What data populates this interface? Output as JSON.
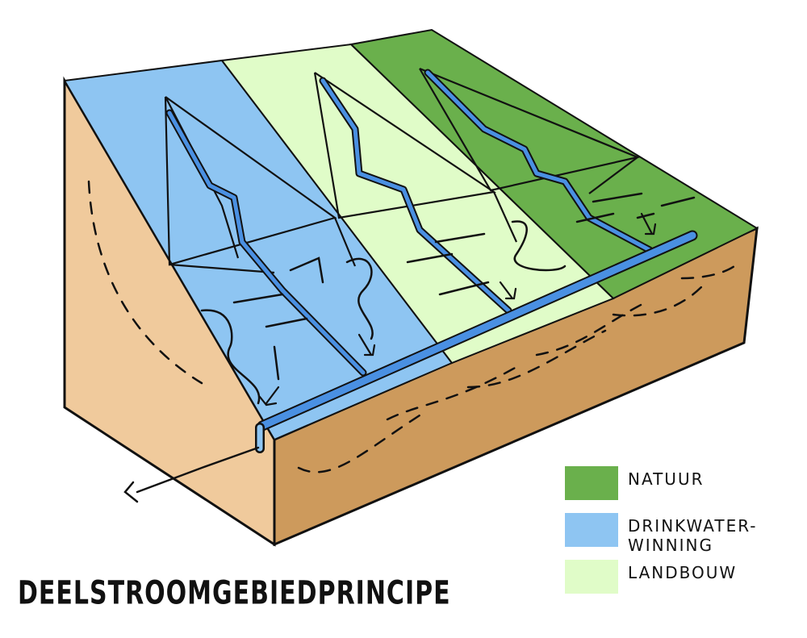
{
  "title": "DEELSTROOMGEBIEDPRINCIPE",
  "legend": [
    {
      "label": "NATUUR",
      "color": "#6ab04c"
    },
    {
      "label": "DRINKWATER-\nWINNING",
      "color": "#8ec5f2"
    },
    {
      "label": "LANDBOUW",
      "color": "#e0fcc8"
    }
  ],
  "colors": {
    "natuur": "#6ab04c",
    "drinkwater": "#8ec5f2",
    "landbouw": "#e0fcc8",
    "soil_front": "#cd9a5c",
    "soil_side": "#f0ca9c",
    "water": "#4a90e2",
    "outline": "#111111"
  }
}
